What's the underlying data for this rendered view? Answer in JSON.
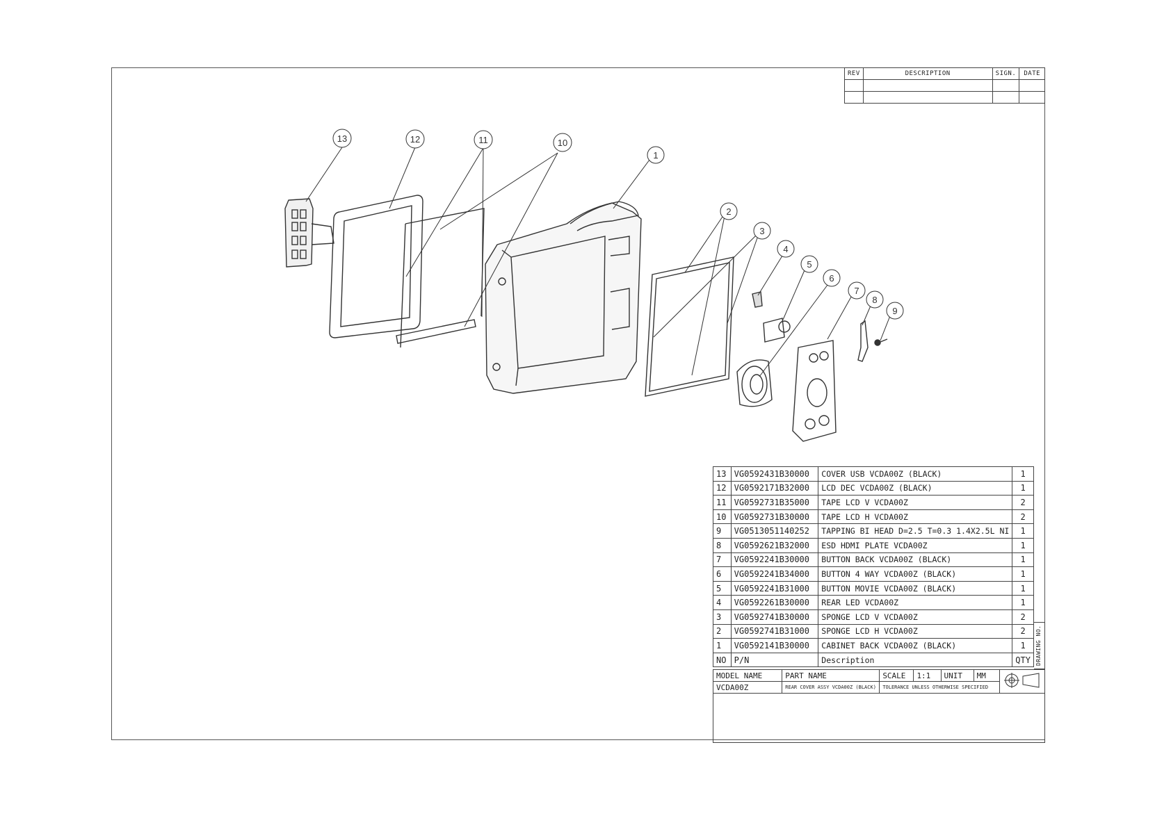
{
  "revision_block": {
    "headers": [
      "REV",
      "DESCRIPTION",
      "SIGN.",
      "DATE"
    ]
  },
  "callouts": [
    "13",
    "12",
    "11",
    "10",
    "1",
    "2",
    "3",
    "4",
    "5",
    "6",
    "7",
    "8",
    "9"
  ],
  "bom": {
    "rows": [
      {
        "no": "13",
        "pn": "VG0592431B30000",
        "desc": "COVER USB VCDA00Z (BLACK)",
        "qty": "1"
      },
      {
        "no": "12",
        "pn": "VG0592171B32000",
        "desc": "LCD DEC VCDA00Z (BLACK)",
        "qty": "1"
      },
      {
        "no": "11",
        "pn": "VG0592731B35000",
        "desc": "TAPE  LCD V VCDA00Z",
        "qty": "2"
      },
      {
        "no": "10",
        "pn": "VG0592731B30000",
        "desc": "TAPE  LCD H VCDA00Z",
        "qty": "2"
      },
      {
        "no": "9",
        "pn": "VG0513051140252",
        "desc": "TAPPING BI HEAD D=2.5 T=0.3 1.4X2.5L NI",
        "qty": "1"
      },
      {
        "no": "8",
        "pn": "VG0592621B32000",
        "desc": "ESD HDMI PLATE VCDA00Z",
        "qty": "1"
      },
      {
        "no": "7",
        "pn": "VG0592241B30000",
        "desc": "BUTTON BACK VCDA00Z (BLACK)",
        "qty": "1"
      },
      {
        "no": "6",
        "pn": "VG0592241B34000",
        "desc": "BUTTON 4 WAY VCDA00Z (BLACK)",
        "qty": "1"
      },
      {
        "no": "5",
        "pn": "VG0592241B31000",
        "desc": "BUTTON MOVIE VCDA00Z (BLACK)",
        "qty": "1"
      },
      {
        "no": "4",
        "pn": "VG0592261B30000",
        "desc": "REAR LED VCDA00Z",
        "qty": "1"
      },
      {
        "no": "3",
        "pn": "VG0592741B30000",
        "desc": "SPONGE LCD V VCDA00Z",
        "qty": "2"
      },
      {
        "no": "2",
        "pn": "VG0592741B31000",
        "desc": "SPONGE LCD H VCDA00Z",
        "qty": "2"
      },
      {
        "no": "1",
        "pn": "VG0592141B30000",
        "desc": "CABINET BACK VCDA00Z (BLACK)",
        "qty": "1"
      }
    ],
    "header": {
      "no": "NO",
      "pn": "P/N",
      "desc": "Description",
      "qty": "QTY"
    }
  },
  "title_block": {
    "model_name_label": "MODEL NAME",
    "part_name_label": "PART NAME",
    "scale_label": "SCALE",
    "scale_value": "1:1",
    "unit_label": "UNIT",
    "unit_value": "MM",
    "model_name_value": "VCDA00Z",
    "part_name_value": "REAR COVER ASSY VCDA00Z (BLACK)",
    "tolerance_note": "TOLERANCE UNLESS OTHERWISE SPECIFIED",
    "drawing_no_label": "DRAWING NO."
  },
  "colors": {
    "line": "#333333",
    "paper": "#ffffff"
  }
}
